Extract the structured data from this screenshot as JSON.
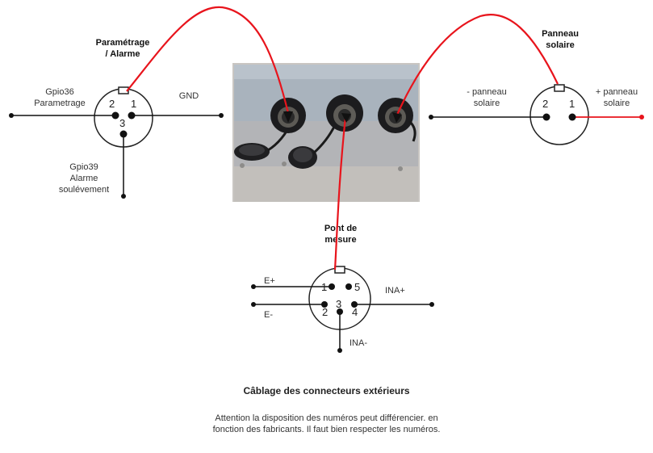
{
  "colors": {
    "wire_red": "#e8141c",
    "wire_black": "#111111"
  },
  "left_connector": {
    "header": [
      "Paramétrage",
      "/ Alarme"
    ],
    "pin_left_label": [
      "Gpio36",
      "Parametrage"
    ],
    "pin_right_label": "GND",
    "pin_bottom_label": [
      "Gpio39",
      "Alarme",
      "soulévement"
    ],
    "pins": [
      "2",
      "1",
      "3"
    ]
  },
  "right_connector": {
    "header": [
      "Panneau",
      "solaire"
    ],
    "minus_label": [
      "- panneau",
      "solaire"
    ],
    "plus_label": [
      "+ panneau",
      "solaire"
    ],
    "pins": [
      "2",
      "1"
    ]
  },
  "bottom_connector": {
    "header": [
      "Pont de",
      "mesure"
    ],
    "labels": {
      "e_plus": "E+",
      "e_minus": "E-",
      "ina_plus": "INA+",
      "ina_minus": "INA-"
    },
    "pins": [
      "1",
      "5",
      "2",
      "3",
      "4"
    ]
  },
  "photo_icon": "enclosure-connectors-photo",
  "caption": {
    "title": "Câblage des connecteurs extérieurs",
    "note_line1": "Attention la disposition des numéros peut différencier. en",
    "note_line2": "fonction des fabricants. Il faut bien respecter les numéros."
  }
}
